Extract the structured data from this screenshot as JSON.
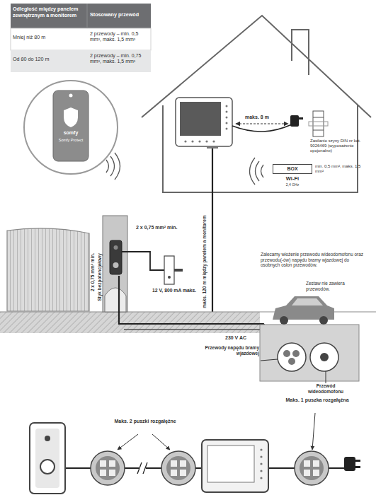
{
  "diagram": {
    "nodes": [
      {
        "text": [
          "somfy",
          "Somfy Protect"
        ]
      },
      {
        "text": [
          "BOX",
          "Wi-Fi",
          "2,4 GHz"
        ]
      }
    ],
    "labels": [
      "Odległość między panelem zewnętrznym a monitorem",
      "Stosowany przewód",
      "Mniej niż 80 m",
      "2 przewody – min. 0,5 mm², maks. 1,5 mm²",
      "Od 80 do 120 m",
      "2 przewody – min. 0,75 mm², maks. 1,5 mm²",
      "maks. 8 m",
      "Zasilanie szyny DIN nr kat. 9026469 (wyposażenie opcjonalne)",
      "min. 0,5 mm², maks. 1,5 mm²",
      "maks. 120 m między panelem a monitorem",
      "2 x 0,75 mm² min.",
      "12 V, 800 mA maks.",
      "2 x 0,75 mm² min.",
      "Styk bezpotencjałowy",
      "Zalecamy włożenie przewodu wideodomofonu oraz przewodu(-ów) napędu bramy wjazdowej do osobnych osłon przewodów.",
      "Zestaw nie zawiera przewodów.",
      "230 V AC",
      "Przewody napędu bramy wjazdowej",
      "Przewód wideodomofonu",
      "Maks. 2 puszki rozgałężne",
      "Maks. 1 puszka rozgałęźna"
    ]
  }
}
